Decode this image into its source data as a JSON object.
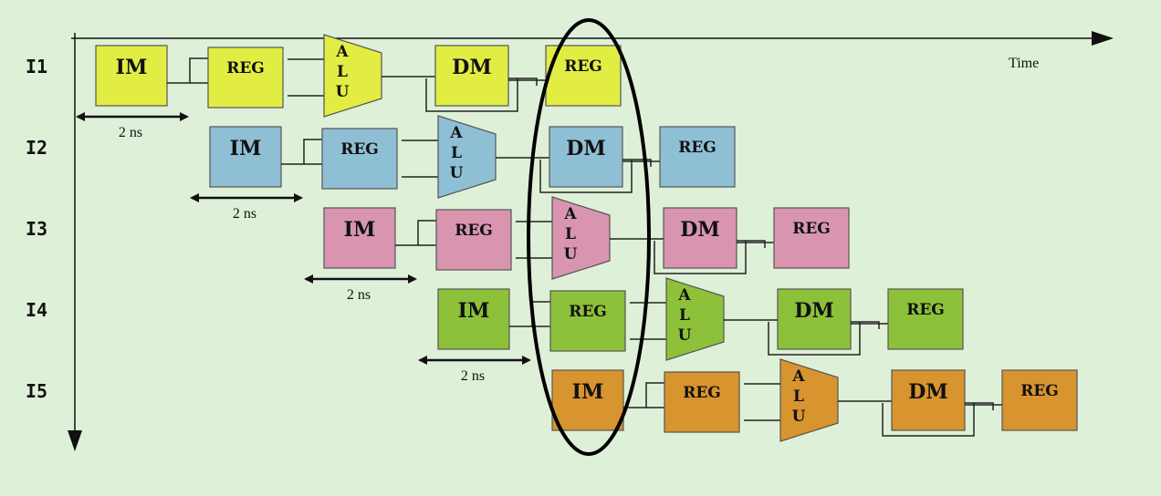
{
  "axis": {
    "time_label": "Time"
  },
  "stage_labels": {
    "im": "IM",
    "reg": "REG",
    "alu": [
      "A",
      "L",
      "U"
    ],
    "dm": "DM"
  },
  "duration_label": "2 ns",
  "instructions": [
    {
      "label": "I1",
      "color": "#e2ed44"
    },
    {
      "label": "I2",
      "color": "#8fbfd5"
    },
    {
      "label": "I3",
      "color": "#d995b0"
    },
    {
      "label": "I4",
      "color": "#8dc13a"
    },
    {
      "label": "I5",
      "color": "#d8942e"
    }
  ]
}
